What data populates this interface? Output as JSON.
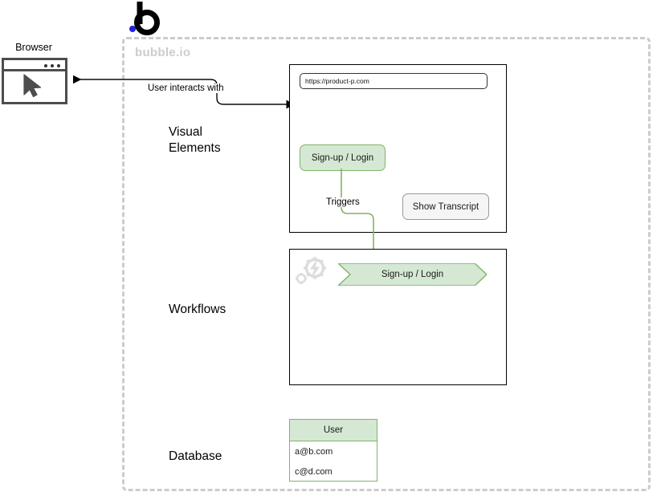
{
  "diagram": {
    "platform": {
      "label": "bubble.io",
      "logo_icon": "bubble-b-logo-icon",
      "boundary_color": "#cccccc"
    },
    "actor": {
      "label": "Browser",
      "window_icon": "browser-window-icon",
      "cursor_icon": "mouse-cursor-icon",
      "dot_count": 3
    },
    "connector_interaction": {
      "label": "User interacts with",
      "arrow_color": "#000000",
      "bidirectional": true
    },
    "rows": {
      "visual_elements": {
        "title_line1": "Visual",
        "title_line2": "Elements",
        "url_bar_value": "https://product-p.com",
        "url_bar_placeholder": "https://",
        "element_button_label": "Sign-up / Login",
        "transcript_button_label": "Show Transcript",
        "accent_fill": "#d5e8d4",
        "accent_stroke": "#82b366"
      },
      "workflows": {
        "title": "Workflows",
        "gear_icon": "gear-lightning-icon",
        "action_label": "Sign-up / Login",
        "connector_label": "Triggers",
        "connector_color": "#82b366"
      },
      "database": {
        "title": "Database",
        "table": {
          "header": "User",
          "rows": [
            "a@b.com",
            "c@d.com"
          ]
        }
      }
    }
  }
}
